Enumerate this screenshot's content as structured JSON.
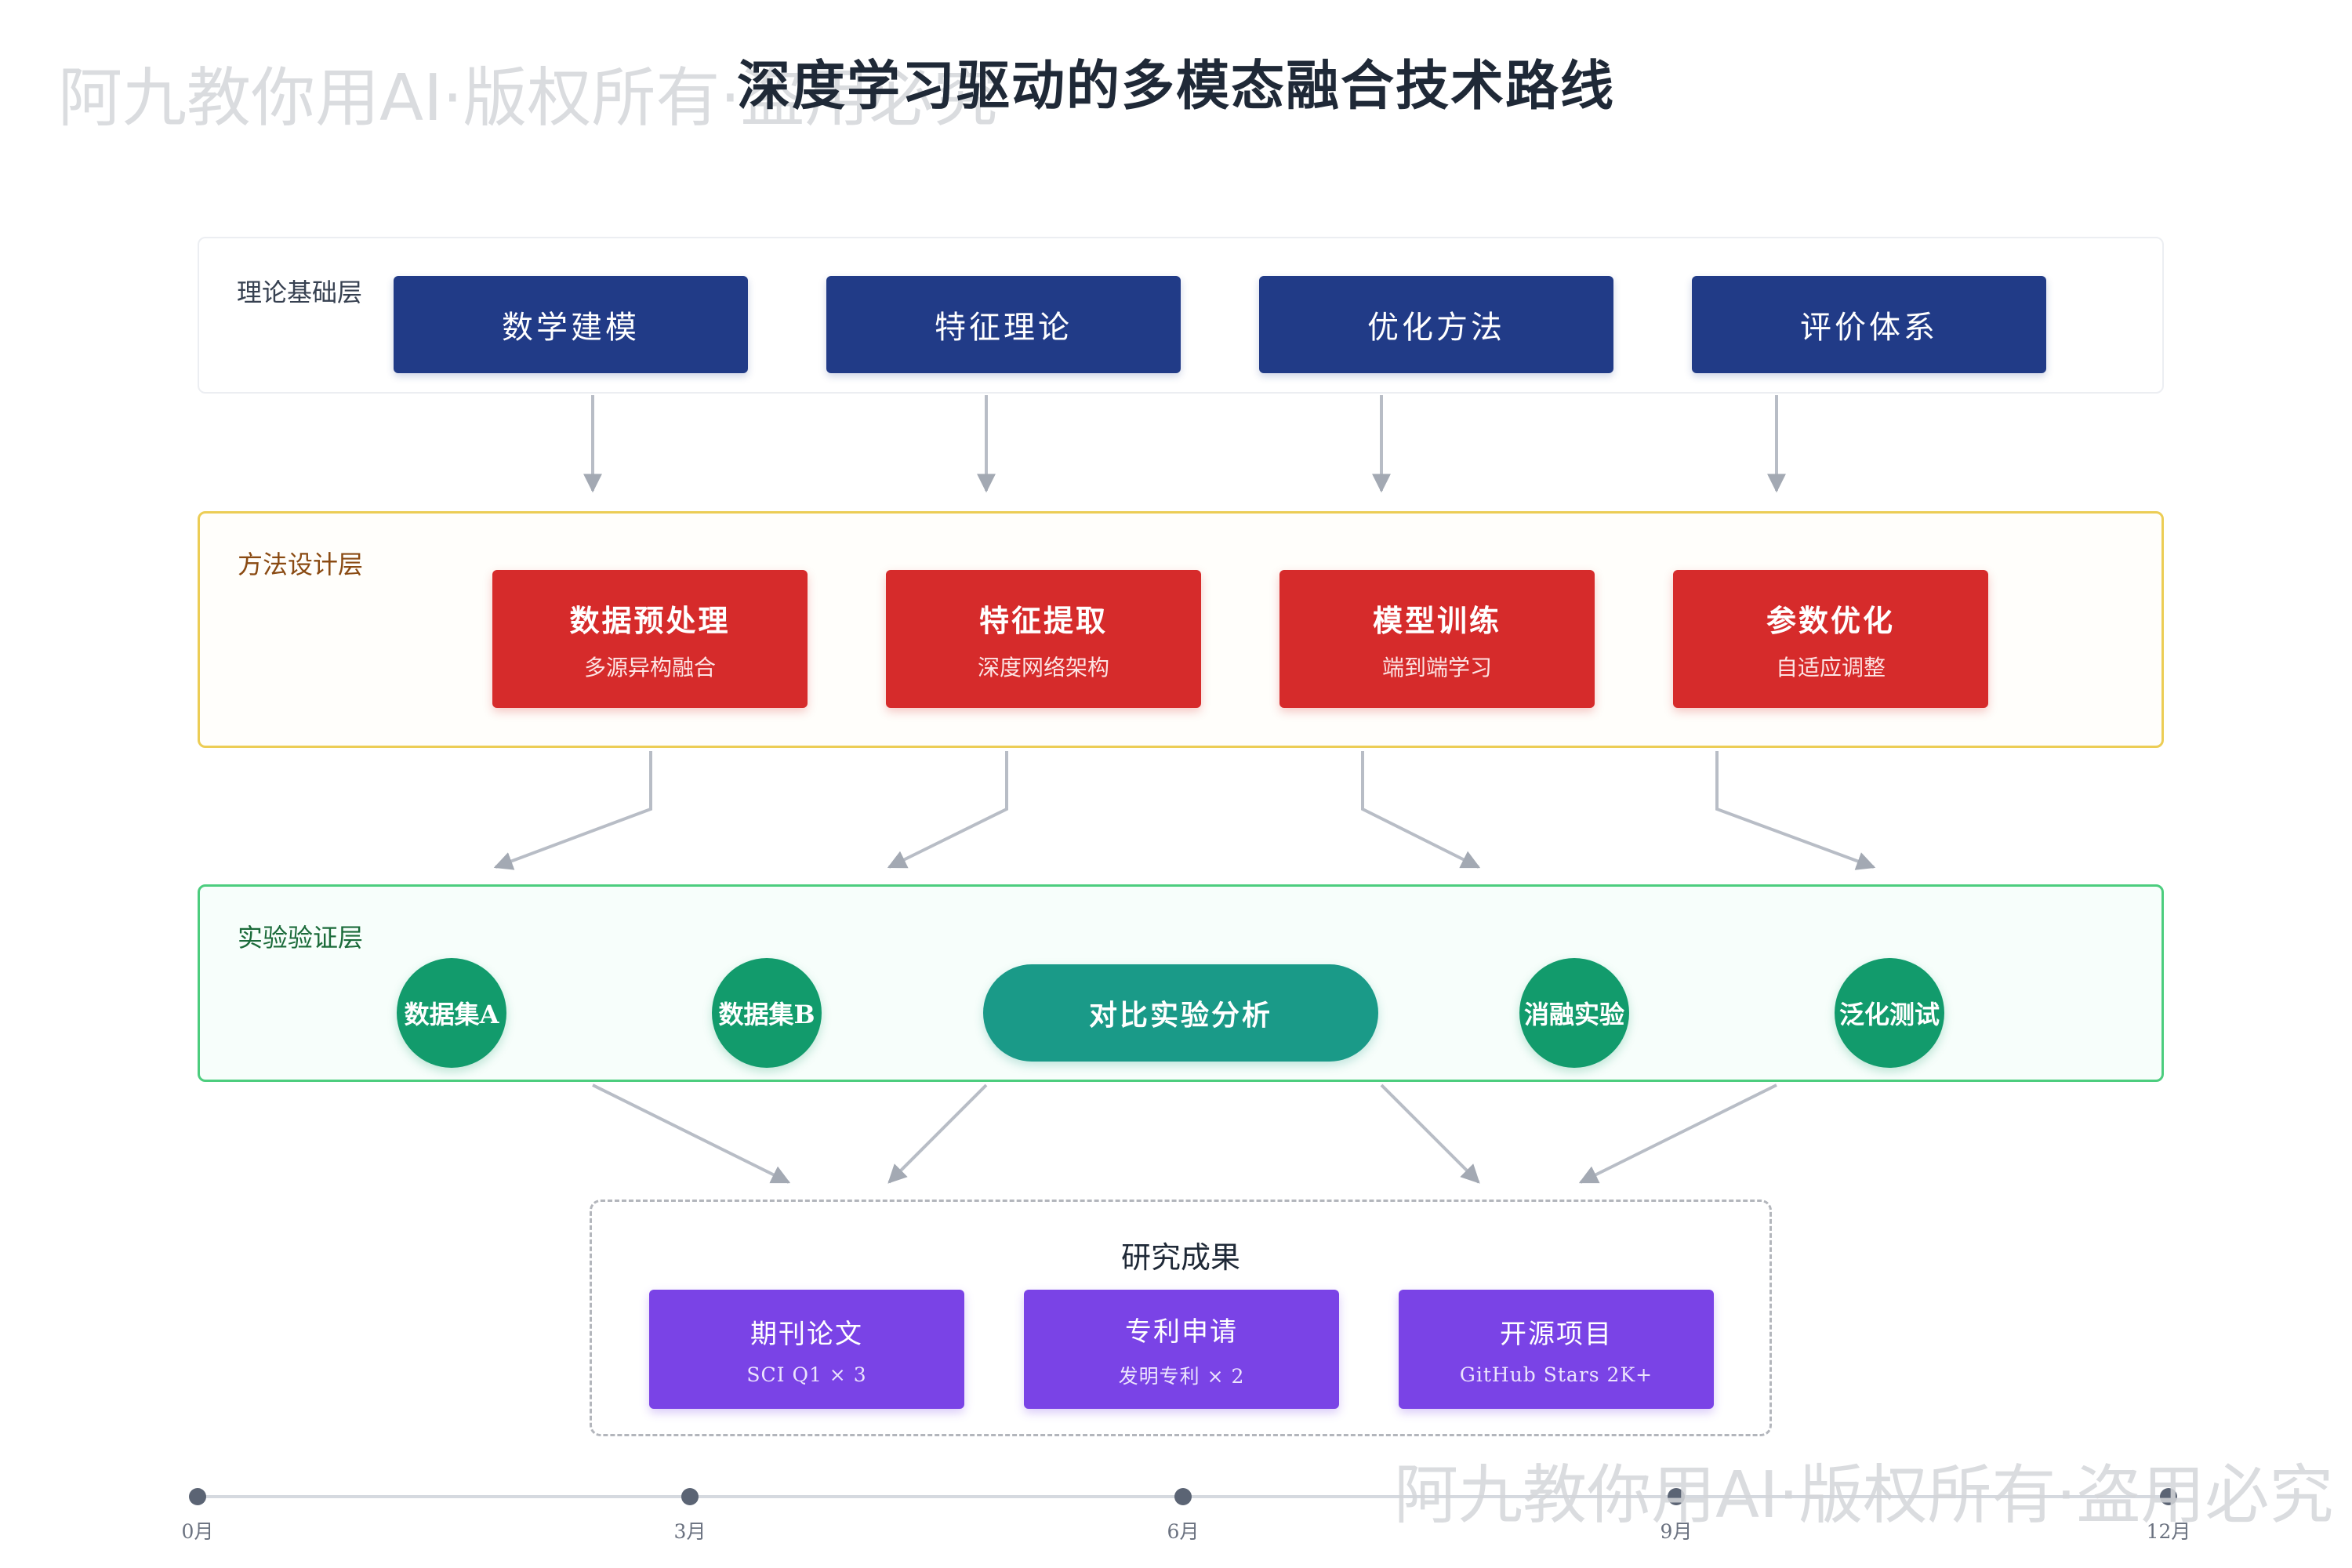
{
  "watermark": {
    "top": "阿九教你用AI·版权所有·盗用必究",
    "bottom": "阿九教你用AI·版权所有·盗用必究"
  },
  "title": "深度学习驱动的多模态融合技术路线",
  "layers": {
    "theory": {
      "label": "理论基础层",
      "items": [
        "数学建模",
        "特征理论",
        "优化方法",
        "评价体系"
      ]
    },
    "method": {
      "label": "方法设计层",
      "items": [
        {
          "title": "数据预处理",
          "sub": "多源异构融合"
        },
        {
          "title": "特征提取",
          "sub": "深度网络架构"
        },
        {
          "title": "模型训练",
          "sub": "端到端学习"
        },
        {
          "title": "参数优化",
          "sub": "自适应调整"
        }
      ]
    },
    "experiment": {
      "label": "实验验证层",
      "items": [
        "数据集A",
        "数据集B",
        "对比实验分析",
        "消融实验",
        "泛化测试"
      ]
    }
  },
  "results": {
    "title": "研究成果",
    "items": [
      {
        "title": "期刊论文",
        "sub": "SCI Q1 × 3"
      },
      {
        "title": "专利申请",
        "sub": "发明专利 × 2"
      },
      {
        "title": "开源项目",
        "sub": "GitHub Stars 2K+"
      }
    ]
  },
  "timeline": [
    "0月",
    "3月",
    "6月",
    "9月",
    "12月"
  ],
  "colors": {
    "theory": "#213b87",
    "method": "#d62b2b",
    "experiment": "#129b6c",
    "experiment_center": "#1a9a88",
    "result": "#7a43e6",
    "arrow": "#9ca3af"
  }
}
